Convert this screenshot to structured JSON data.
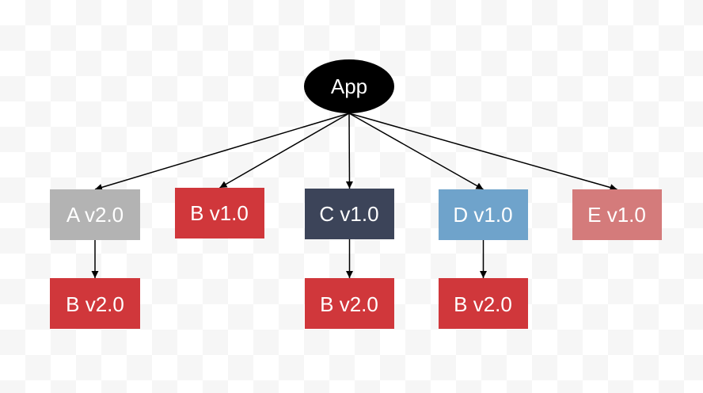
{
  "diagram": {
    "root": {
      "label": "App",
      "color": "#000000"
    },
    "nodes": {
      "a2": {
        "label": "A v2.0",
        "color": "#b3b3b3"
      },
      "b1": {
        "label": "B v1.0",
        "color": "#d0373b"
      },
      "c1": {
        "label": "C v1.0",
        "color": "#3c4459"
      },
      "d1": {
        "label": "D v1.0",
        "color": "#6fa3cb"
      },
      "e1": {
        "label": "E v1.0",
        "color": "#d47b7b"
      },
      "b2_under_a": {
        "label": "B v2.0",
        "color": "#d0373b"
      },
      "b2_under_c": {
        "label": "B v2.0",
        "color": "#d0373b"
      },
      "b2_under_d": {
        "label": "B v2.0",
        "color": "#d0373b"
      }
    },
    "edges": [
      [
        "root",
        "a2"
      ],
      [
        "root",
        "b1"
      ],
      [
        "root",
        "c1"
      ],
      [
        "root",
        "d1"
      ],
      [
        "root",
        "e1"
      ],
      [
        "a2",
        "b2_under_a"
      ],
      [
        "c1",
        "b2_under_c"
      ],
      [
        "d1",
        "b2_under_d"
      ]
    ]
  }
}
